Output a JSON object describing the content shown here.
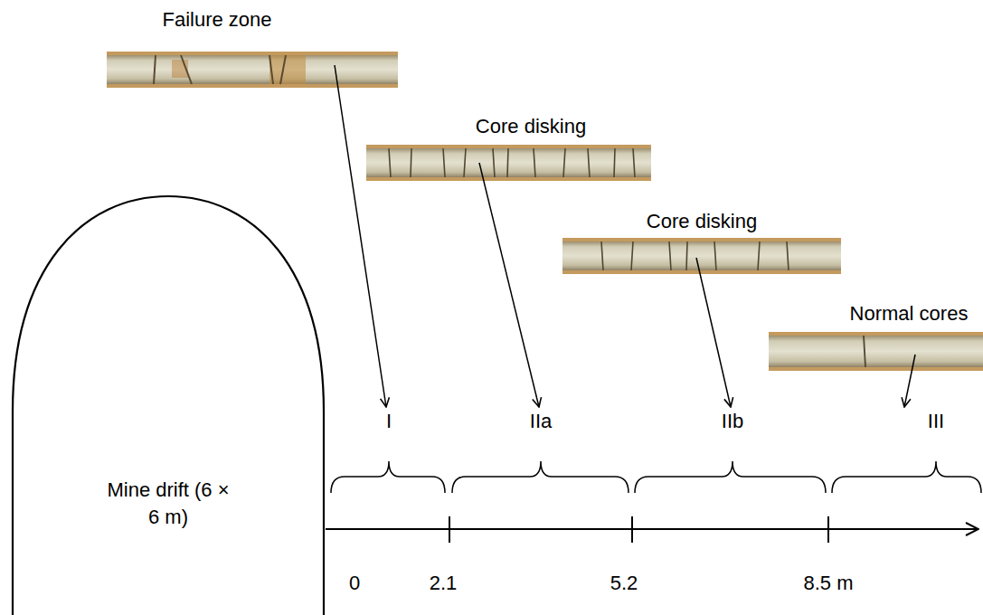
{
  "diagram": {
    "nodes": [
      {
        "text": [
          "Mine drift (6 × 6 m)"
        ]
      }
    ],
    "labels": [
      "Failure zone",
      "Core disking",
      "Core disking",
      "Normal cores",
      "I",
      "IIa",
      "IIb",
      "III",
      "0",
      "2.1",
      "5.2",
      "8.5 m"
    ]
  }
}
